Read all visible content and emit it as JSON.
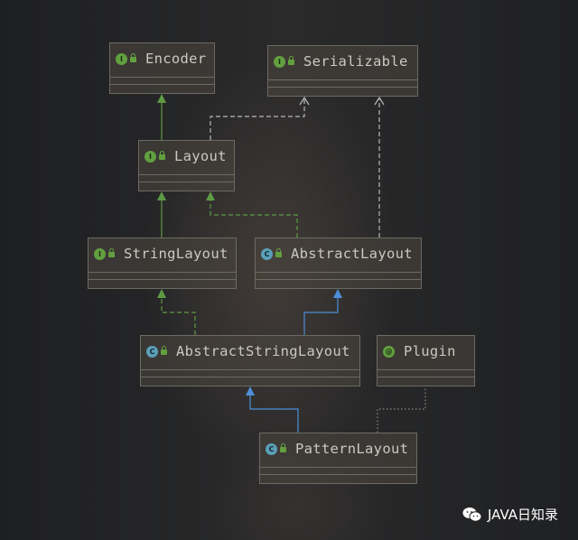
{
  "diagram": {
    "nodes": {
      "encoder": {
        "name": "Encoder",
        "kind": "I",
        "kind_type": "interface"
      },
      "serializable": {
        "name": "Serializable",
        "kind": "I",
        "kind_type": "interface"
      },
      "layout": {
        "name": "Layout",
        "kind": "I",
        "kind_type": "interface"
      },
      "string_layout": {
        "name": "StringLayout",
        "kind": "I",
        "kind_type": "interface"
      },
      "abstract_layout": {
        "name": "AbstractLayout",
        "kind": "C",
        "kind_type": "abstract-class"
      },
      "abstract_string_layout": {
        "name": "AbstractStringLayout",
        "kind": "C",
        "kind_type": "abstract-class"
      },
      "plugin": {
        "name": "Plugin",
        "kind": "@",
        "kind_type": "annotation"
      },
      "pattern_layout": {
        "name": "PatternLayout",
        "kind": "C",
        "kind_type": "class"
      }
    },
    "relations": [
      {
        "from": "Layout",
        "to": "Encoder",
        "type": "extends-interface"
      },
      {
        "from": "Layout",
        "to": "Serializable",
        "type": "extends-interface"
      },
      {
        "from": "StringLayout",
        "to": "Layout",
        "type": "extends-interface"
      },
      {
        "from": "AbstractLayout",
        "to": "Layout",
        "type": "implements"
      },
      {
        "from": "AbstractLayout",
        "to": "Serializable",
        "type": "implements"
      },
      {
        "from": "AbstractStringLayout",
        "to": "StringLayout",
        "type": "implements"
      },
      {
        "from": "AbstractStringLayout",
        "to": "AbstractLayout",
        "type": "extends"
      },
      {
        "from": "PatternLayout",
        "to": "AbstractStringLayout",
        "type": "extends"
      },
      {
        "from": "PatternLayout",
        "to": "Plugin",
        "type": "annotated-with"
      }
    ],
    "colors": {
      "interface_edge": "#5e9a44",
      "class_edge": "#4c8fd6",
      "dashed_gray": "#b7b7b7",
      "dotted_gray": "#8a8a80"
    }
  },
  "watermark": {
    "text": "JAVA日知录"
  }
}
